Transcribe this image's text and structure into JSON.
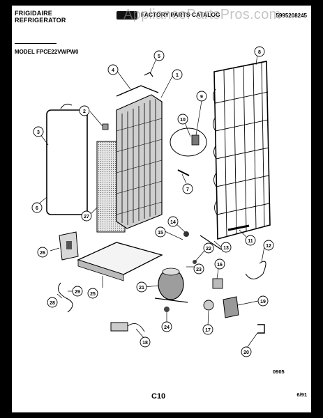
{
  "header": {
    "brand_line1": "FRIGIDAIRE",
    "brand_line2": "REFRIGERATOR",
    "catalog_title": "FACTORY PARTS CATALOG",
    "publication_number": "5995208245",
    "watermark": "AppliancePartsPros.com"
  },
  "model": "MODEL FPCE22VWPW0",
  "callouts": [
    "1",
    "2",
    "3",
    "4",
    "5",
    "6",
    "7",
    "8",
    "9",
    "10",
    "11",
    "12",
    "13",
    "14",
    "15",
    "16",
    "17",
    "18",
    "19",
    "20",
    "21",
    "22",
    "23",
    "24",
    "25",
    "26",
    "27",
    "28",
    "29"
  ],
  "footer": {
    "code": "0905",
    "page": "C10",
    "date": "6/91"
  }
}
